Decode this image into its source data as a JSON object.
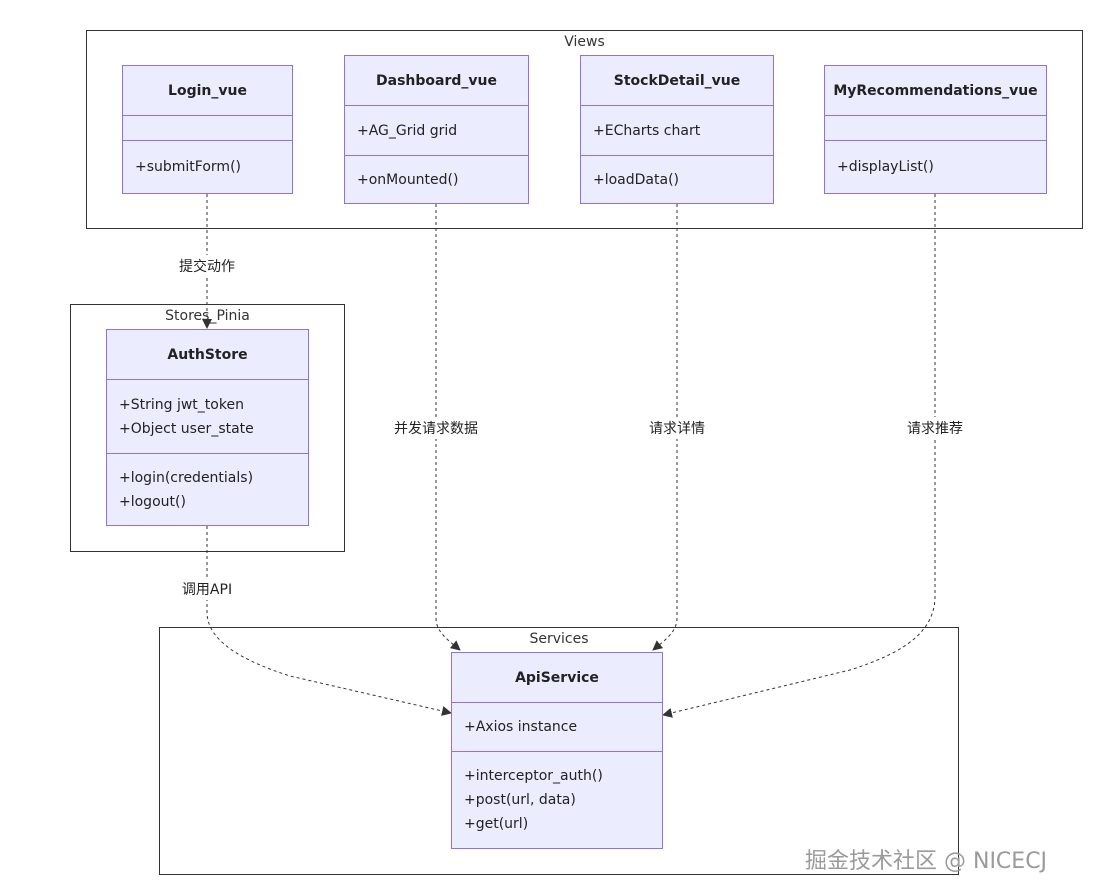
{
  "groups": {
    "views": "Views",
    "stores": "Stores_Pinia",
    "services": "Services"
  },
  "classes": {
    "login": {
      "name": "Login_vue",
      "attrs": [],
      "ops": [
        "+submitForm()"
      ]
    },
    "dashboard": {
      "name": "Dashboard_vue",
      "attrs": [
        "+AG_Grid grid"
      ],
      "ops": [
        "+onMounted()"
      ]
    },
    "stockdetail": {
      "name": "StockDetail_vue",
      "attrs": [
        "+ECharts chart"
      ],
      "ops": [
        "+loadData()"
      ]
    },
    "myrec": {
      "name": "MyRecommendations_vue",
      "attrs": [],
      "ops": [
        "+displayList()"
      ]
    },
    "authstore": {
      "name": "AuthStore",
      "attrs": [
        "+String jwt_token",
        "+Object user_state"
      ],
      "ops": [
        "+login(credentials)",
        "+logout()"
      ]
    },
    "apiservice": {
      "name": "ApiService",
      "attrs": [
        "+Axios instance"
      ],
      "ops": [
        "+interceptor_auth()",
        "+post(url, data)",
        "+get(url)"
      ]
    }
  },
  "edges": {
    "login_to_auth": "提交动作",
    "auth_to_api": "调用API",
    "dashboard_to_api": "并发请求数据",
    "stock_to_api": "请求详情",
    "myrec_to_api": "请求推荐"
  },
  "watermark": "掘金技术社区 @ NICECJ",
  "colors": {
    "class_fill": "#ECECFF",
    "class_border": "#9370DB",
    "edge": "#333333"
  }
}
